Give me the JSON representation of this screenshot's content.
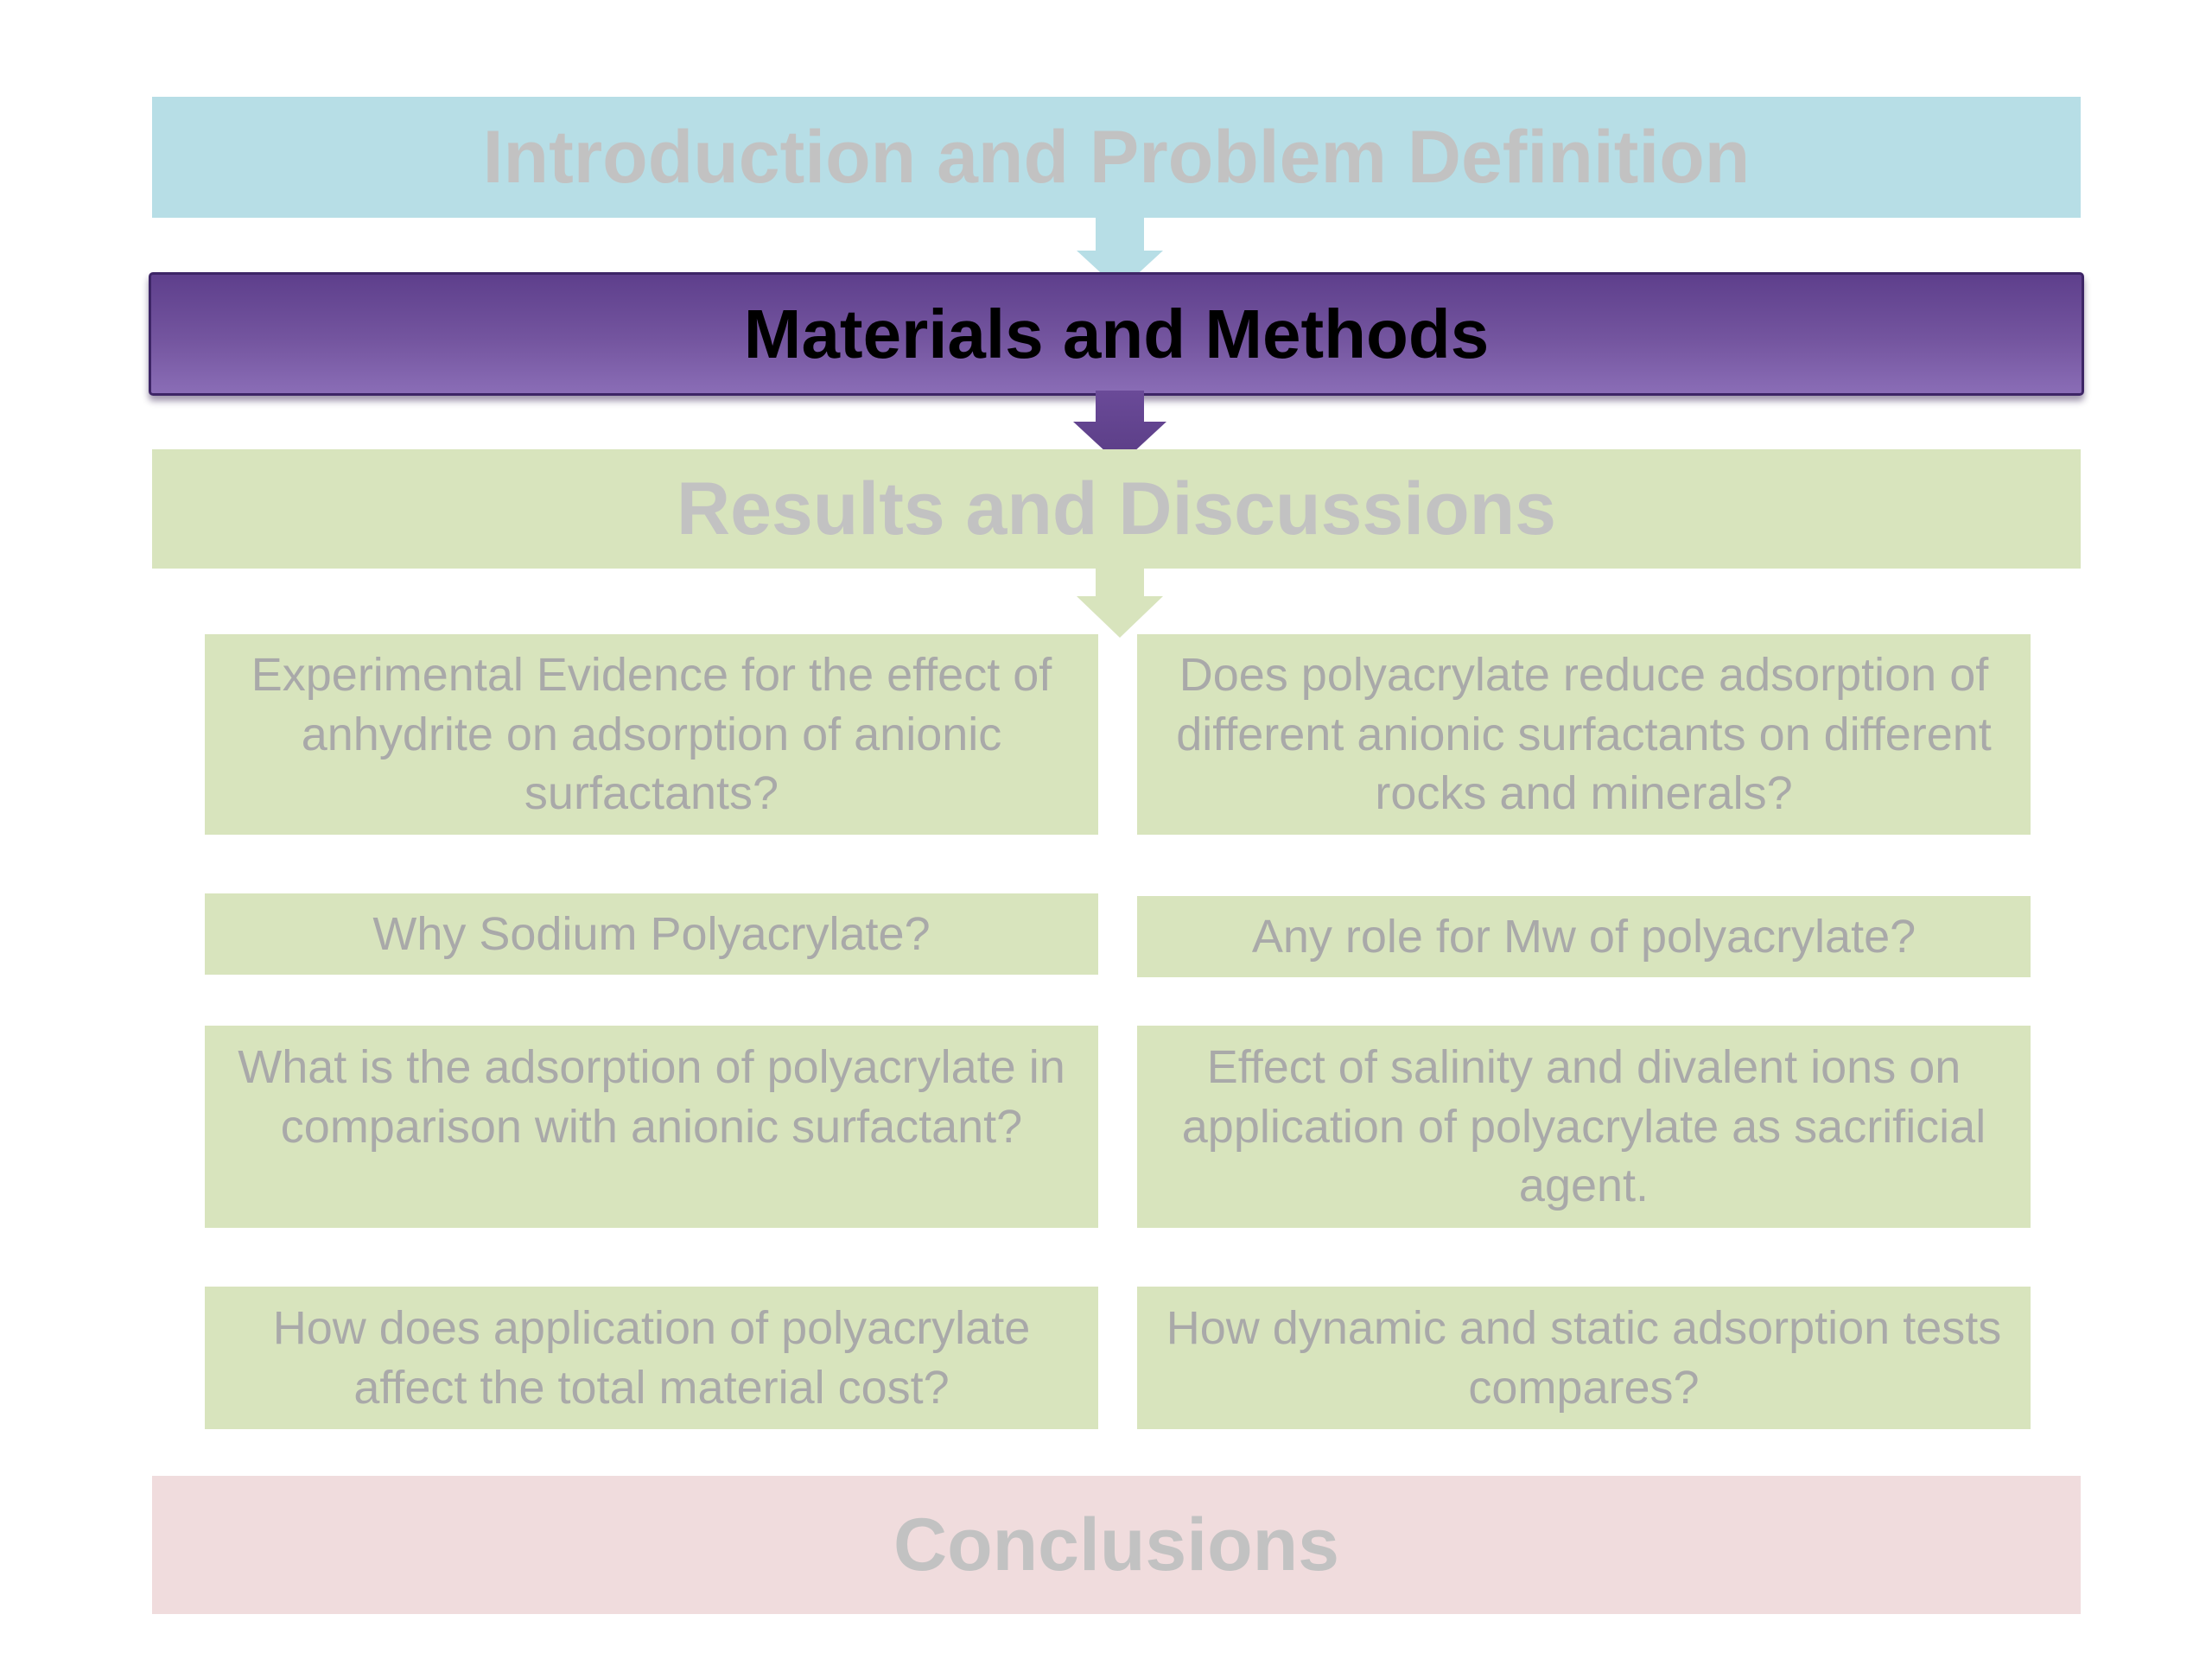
{
  "sections": {
    "intro": "Introduction and Problem Definition",
    "methods": "Materials and Methods",
    "results": "Results and Discussions",
    "conclusions": "Conclusions"
  },
  "questions": {
    "anhydrite_effect": "Experimental Evidence for the effect of anhydrite on adsorption of anionic surfactants?",
    "polyacrylate_reduce": "Does polyacrylate reduce adsorption of different anionic surfactants on different rocks and minerals?",
    "why_sodium": "Why Sodium Polyacrylate?",
    "mw_role": "Any role for Mw of polyacrylate?",
    "adsorption_comparison": "What is the adsorption of polyacrylate in comparison with anionic surfactant?",
    "salinity_effect": "Effect of salinity and divalent ions on application of polyacrylate as sacrificial agent.",
    "material_cost": "How does application of polyacrylate affect the total material cost?",
    "dynamic_static": "How dynamic and static adsorption tests compares?"
  },
  "colors": {
    "intro": "#b7dee6",
    "methods": "#74559f",
    "results": "#d8e4bd",
    "conclusions": "#f0dcdd",
    "faded_text": "#c2c2c2"
  }
}
